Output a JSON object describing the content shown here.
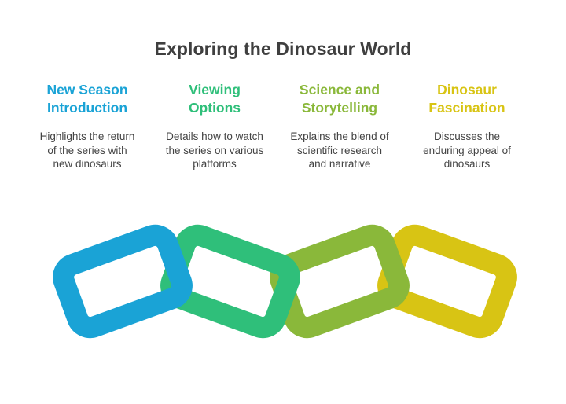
{
  "title": "Exploring the Dinosaur World",
  "steps": [
    {
      "title": "New Season\nIntroduction",
      "description": "Highlights the return\nof the series with\nnew dinosaurs",
      "color": "#1aa3d6"
    },
    {
      "title": "Viewing\nOptions",
      "description": "Details how to watch\nthe series on various\nplatforms",
      "color": "#2fbf7a"
    },
    {
      "title": "Science and\nStorytelling",
      "description": "Explains the blend of\nscientific research\nand narrative",
      "color": "#8ab83a"
    },
    {
      "title": "Dinosaur\nFascination",
      "description": "Discusses the\nenduring appeal of\ndinosaurs",
      "color": "#d8c414"
    }
  ]
}
